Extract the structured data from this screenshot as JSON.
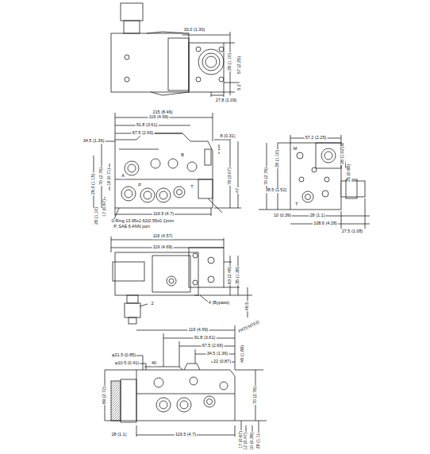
{
  "diagram": {
    "labels": [
      "33.0 (1.30)",
      "28 (1.10)",
      "57 (2.25)",
      "5.2",
      "27.8 (1.09)",
      "215 (8.46)",
      "119 (4.69)",
      "91.8 (3.61)",
      "67.5 (2.66)",
      "34.5 (1.36)",
      "8 (0.31)",
      "1",
      "78 (3.07)",
      "47",
      "70 (2.76)",
      "29.3 (1.15)",
      "18 (0.71)",
      "28 (1.10)",
      "17 (0.67)",
      "119.5 (4.7)",
      "0-Ring 13.95x2.62(0.55x0.1)mm",
      "P, SAE 6 ANN port",
      "A",
      "B",
      "P",
      "T",
      "57.2 (2.25)",
      "28 (1.10)",
      "26 (1.02)",
      "25 (0.98)",
      "70 (2.76)",
      "38.5 (1.52)",
      "10 (0.39)",
      "28 (1.1)",
      "108.6 (4.28)",
      "27.5 (1.08)",
      "M",
      "T",
      "116 (4.57)",
      "119 (4.69)",
      "63 (2.48)",
      "35 (1.38)",
      "48.5",
      "4 (Bypass)",
      "2",
      "PATENTED",
      "119 (4.69)",
      "91.8 (3.61)",
      "67.5 (2.66)",
      "34.5 (1.36)",
      "22 (0.87)",
      "φ21.5 (0.85)",
      "φ10.5 (0.41)",
      "40",
      "48 (1.89)",
      "69 (2.72)",
      "28 (1.1)",
      "119.5 (4.7)",
      "70 (2.76)",
      "17 (0.67)",
      "12 (0.47)",
      "10 (0.39)",
      "28 (1.1)"
    ]
  }
}
